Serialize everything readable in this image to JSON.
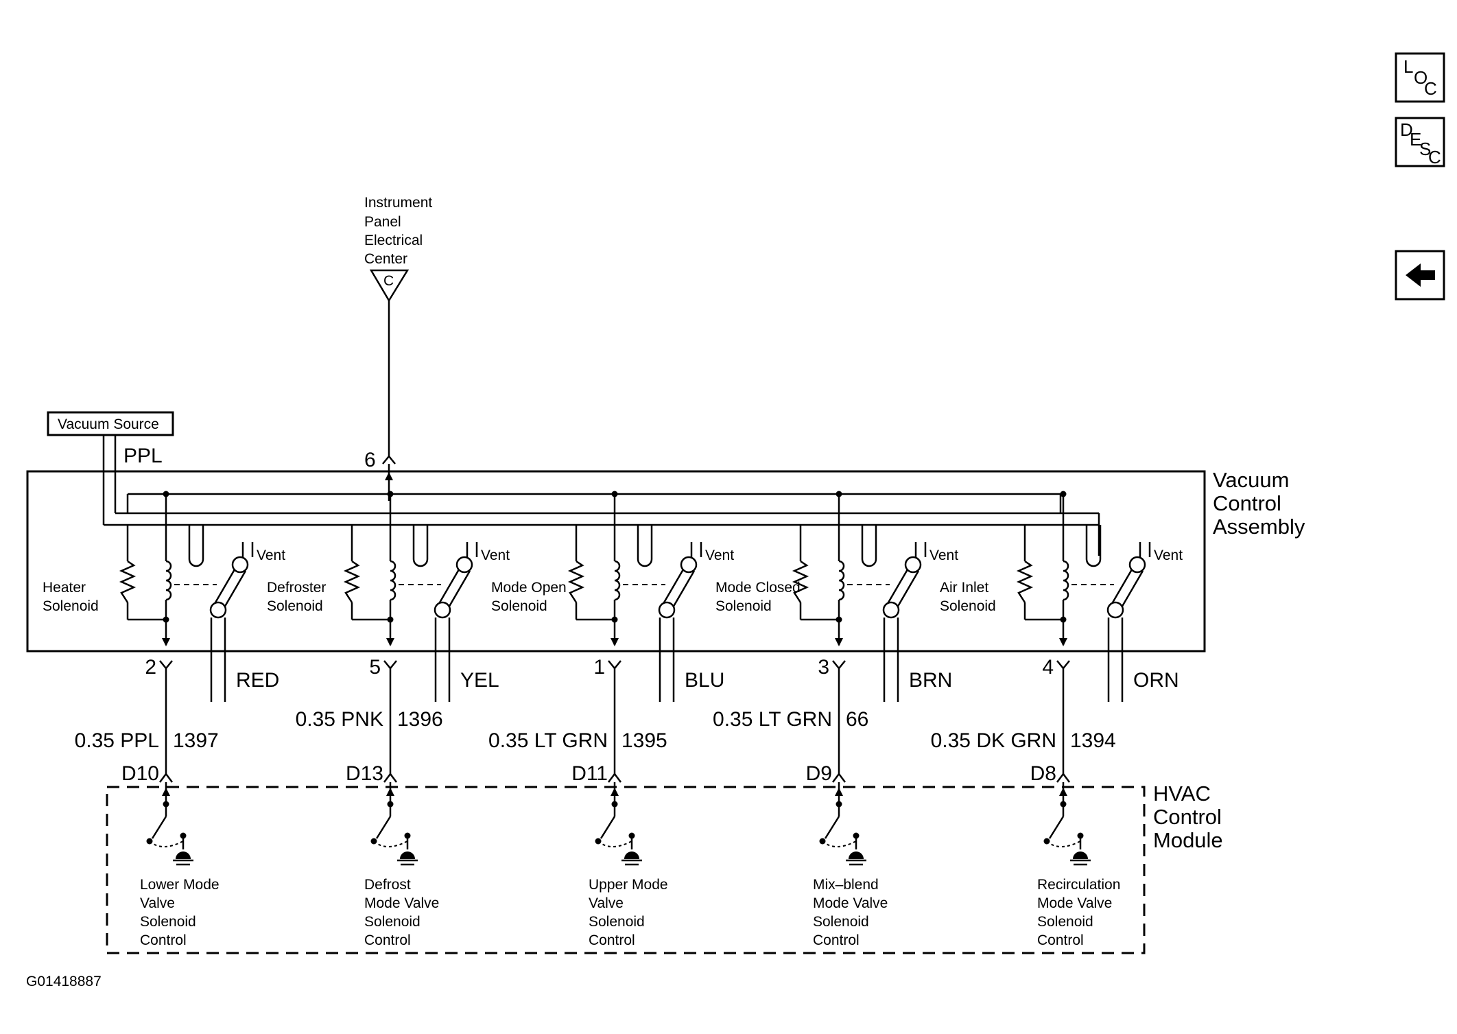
{
  "figure_id": "G01418887",
  "nav": {
    "loc": {
      "c1": "L",
      "c2": "O",
      "c3": "C"
    },
    "desc": {
      "c1": "D",
      "c2": "E",
      "c3": "S",
      "c4": "C"
    },
    "back_symbol": "arrow-left-icon"
  },
  "source": {
    "label_lines": [
      "Instrument",
      "Panel",
      "Electrical",
      "Center"
    ],
    "connector_letter": "C",
    "pin": "6"
  },
  "vacuum_source": {
    "label": "Vacuum Source",
    "wire_color": "PPL"
  },
  "vacuum_control_assembly": {
    "label_lines": [
      "Vacuum",
      "Control",
      "Assembly"
    ]
  },
  "hvac_control_module": {
    "label_lines": [
      "HVAC",
      "Control",
      "Module"
    ]
  },
  "vent_label": "Vent",
  "channels": [
    {
      "solenoid_lines": [
        "Heater",
        "Solenoid"
      ],
      "pin": "2",
      "hose_color": "RED",
      "wire_gauge_color": "0.35 PPL",
      "circuit": "1397",
      "module_pin": "D10",
      "control_lines": [
        "Lower Mode",
        "Valve",
        "Solenoid",
        "Control"
      ]
    },
    {
      "solenoid_lines": [
        "Defroster",
        "Solenoid"
      ],
      "pin": "5",
      "hose_color": "YEL",
      "wire_gauge_color": "0.35 PNK",
      "circuit": "1396",
      "module_pin": "D13",
      "control_lines": [
        "Defrost",
        "Mode Valve",
        "Solenoid",
        "Control"
      ]
    },
    {
      "solenoid_lines": [
        "Mode Open",
        "Solenoid"
      ],
      "pin": "1",
      "hose_color": "BLU",
      "wire_gauge_color": "0.35 LT GRN",
      "circuit": "1395",
      "module_pin": "D11",
      "control_lines": [
        "Upper Mode",
        "Valve",
        "Solenoid",
        "Control"
      ]
    },
    {
      "solenoid_lines": [
        "Mode Closed",
        "Solenoid"
      ],
      "pin": "3",
      "hose_color": "BRN",
      "wire_gauge_color": "0.35 LT GRN",
      "circuit": "66",
      "module_pin": "D9",
      "control_lines": [
        "Mix–blend",
        "Mode Valve",
        "Solenoid",
        "Control"
      ]
    },
    {
      "solenoid_lines": [
        "Air Inlet",
        "Solenoid"
      ],
      "pin": "4",
      "hose_color": "ORN",
      "wire_gauge_color": "0.35 DK GRN",
      "circuit": "1394",
      "module_pin": "D8",
      "control_lines": [
        "Recirculation",
        "Mode Valve",
        "Solenoid",
        "Control"
      ]
    }
  ]
}
